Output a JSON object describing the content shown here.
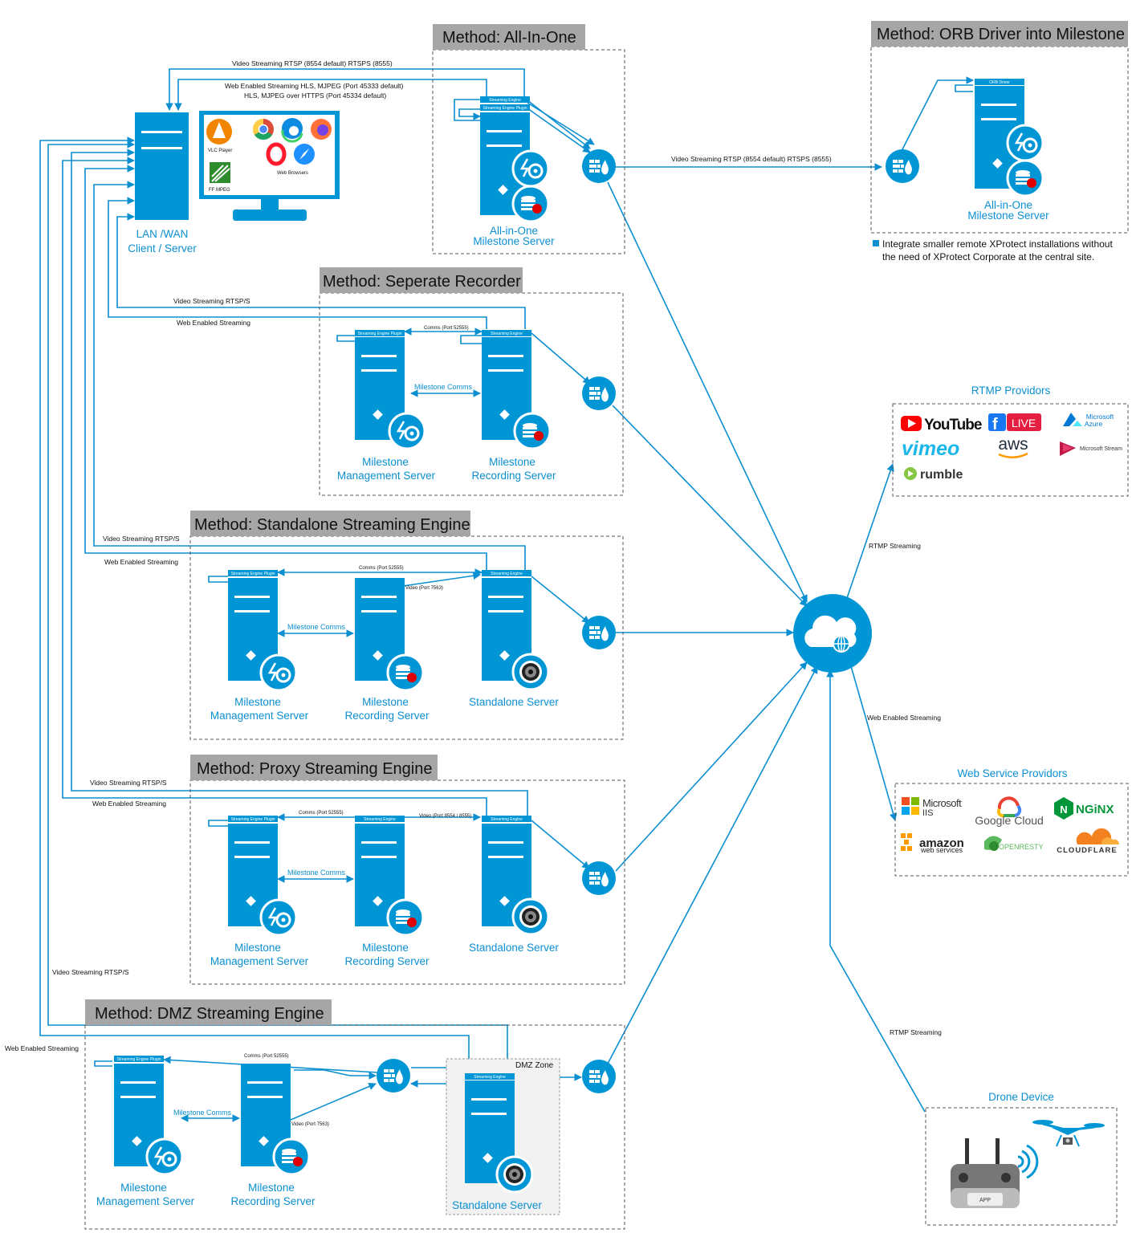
{
  "methods": {
    "all_in_one": "Method: All-In-One",
    "orb": "Method: ORB Driver into Milestone",
    "separate": "Method: Seperate Recorder",
    "standalone": "Method: Standalone Streaming Engine",
    "proxy": "Method: Proxy Streaming Engine",
    "dmz": "Method: DMZ Streaming Engine"
  },
  "client": {
    "title": [
      "LAN /WAN",
      "Client / Server"
    ],
    "vlc": "VLC Player",
    "ffmpeg": "FF MPEG",
    "browsers": "Web Browsers"
  },
  "servers": {
    "all_in_one": [
      "All-in-One",
      "Milestone Server"
    ],
    "management": [
      "Milestone",
      "Management Server"
    ],
    "recording": [
      "Milestone",
      "Recording Server"
    ],
    "standalone": "Standalone Server"
  },
  "tabs": {
    "streaming_engine": "Streaming Engine",
    "streaming_engine_plugin": "Streaming Engine Plugin",
    "orb_driver": "ORB Driver"
  },
  "labels": {
    "video_rtsp_default": "Video Streaming RTSP (8554 default) RTSPS (8555)",
    "web_hls_1": "Web Enabled Streaming HLS, MJPEG (Port 45333 default)",
    "web_hls_2": "HLS, MJPEG over HTTPS (Port 45334 default)",
    "video_rtsp_s": "Video Streaming RTSP/S",
    "web_enabled": "Web Enabled Streaming",
    "comms_port": "Comms (Port 52555)",
    "milestone_comms": "Milestone Comms",
    "video_port_7563": "Video (Port 7563)",
    "video_port_8554": "Video (Port 8554 / 8555)",
    "rtmp_streaming": "RTMP Streaming",
    "dmz_zone": "DMZ Zone"
  },
  "orb_note": [
    "Integrate smaller remote XProtect installations without",
    "the need of XProtect Corporate at the central site."
  ],
  "providers": {
    "rtmp_title": "RTMP Providors",
    "rtmp": [
      "YouTube",
      "LIVE",
      "Microsoft",
      "Azure",
      "vimeo",
      "aws",
      "Microsoft Stream",
      "rumble"
    ],
    "web_title": "Web Service Providors",
    "web": [
      "Microsoft",
      "IIS",
      "Google Cloud",
      "NGiNX",
      "amazon",
      "web services",
      "OPENRESTY",
      "CLOUDFLARE"
    ]
  },
  "drone": {
    "title": "Drone Device",
    "app": "APP"
  },
  "colors": {
    "accent": "#0b8fd1",
    "server": "#0096d6",
    "title_bar": "#a6a6a6",
    "dmz_fill": "#f2f2f2"
  }
}
